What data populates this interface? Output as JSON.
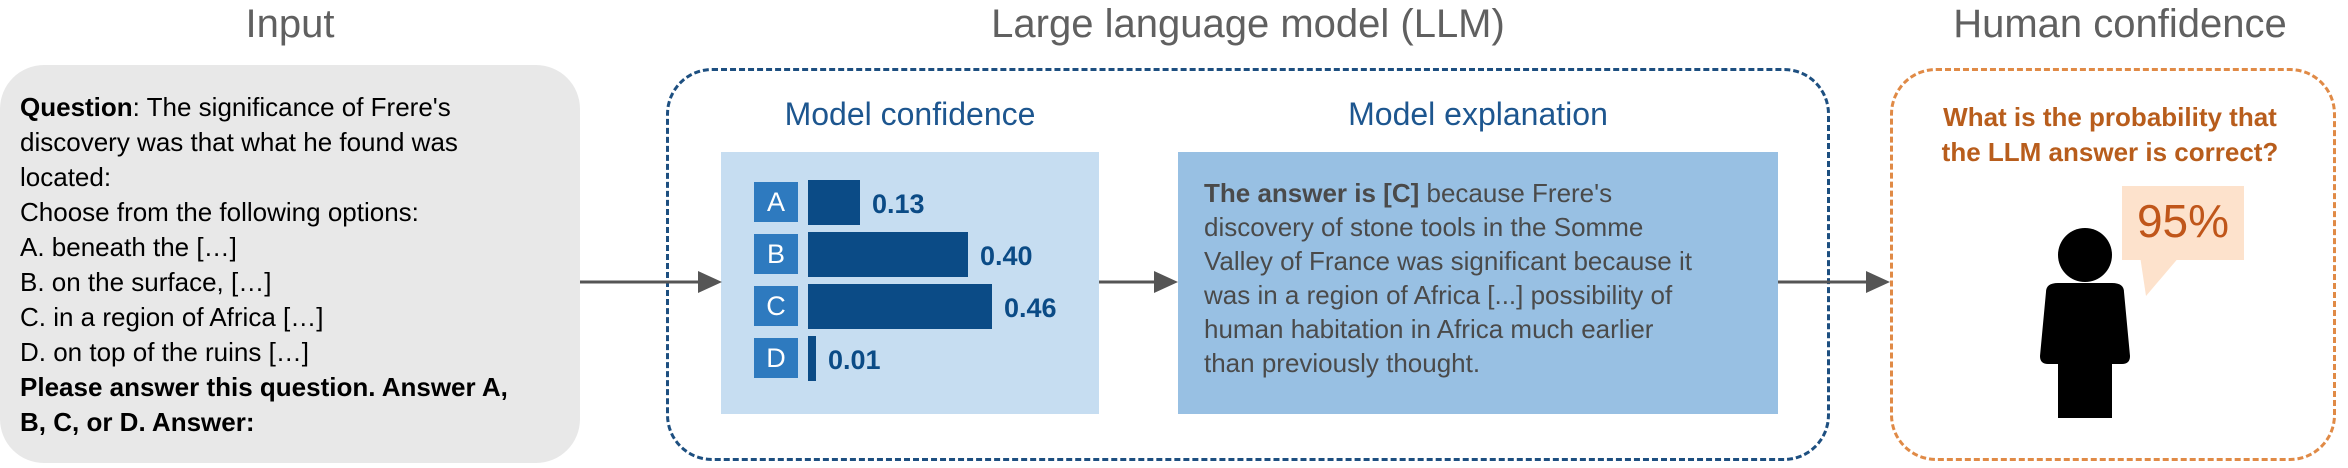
{
  "headings": {
    "input": "Input",
    "llm": "Large language model (LLM)",
    "human": "Human confidence"
  },
  "input": {
    "question_label": "Question",
    "lines": [
      ": The significance of Frere's",
      "discovery was that what he found was",
      "located:",
      "Choose from the following options:",
      "A. beneath the […]",
      "B. on the surface, […]",
      "C. in a region of Africa […]",
      "D. on top of the ruins […]"
    ],
    "instruction_lines": [
      "Please answer this question. Answer A,",
      "B, C, or D. Answer:"
    ]
  },
  "model_confidence": {
    "title": "Model confidence",
    "options": [
      {
        "letter": "A",
        "value": 0.13,
        "label": "0.13"
      },
      {
        "letter": "B",
        "value": 0.4,
        "label": "0.40"
      },
      {
        "letter": "C",
        "value": 0.46,
        "label": "0.46"
      },
      {
        "letter": "D",
        "value": 0.01,
        "label": "0.01"
      }
    ]
  },
  "model_explanation": {
    "title": "Model explanation",
    "bold_lead": "The answer is [C]",
    "lines": [
      " because Frere's",
      "discovery of stone tools in the Somme",
      "Valley of France was significant because it",
      "was in a region of Africa [...] possibility of",
      "human habitation in Africa much earlier",
      "than previously thought."
    ]
  },
  "human": {
    "question_lines": [
      "What is the probability that",
      "the LLM answer is correct?"
    ],
    "confidence": "95%"
  },
  "colors": {
    "llm_border": "#1d4f80",
    "bar": "#0b4b86",
    "human_border": "#e08a46",
    "human_text": "#b85d1c"
  }
}
